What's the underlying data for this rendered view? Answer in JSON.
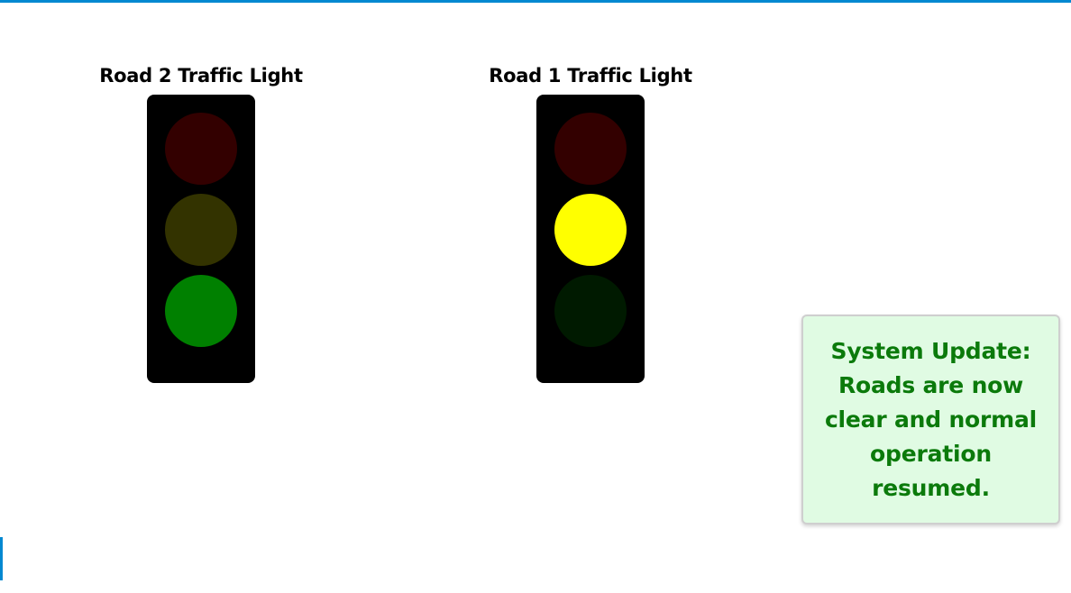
{
  "theme": {
    "accent": "#0288d1",
    "notice_text_color": "#0b7a0b",
    "notice_background": "#e0fbe3"
  },
  "traffic_lights": [
    {
      "title": "Road 2 Traffic Light",
      "active": "green",
      "lamps": {
        "red": "#330000",
        "yellow": "#333300",
        "green": "#008000"
      }
    },
    {
      "title": "Road 1 Traffic Light",
      "active": "yellow",
      "lamps": {
        "red": "#330000",
        "yellow": "#ffff00",
        "green": "#001a00"
      }
    }
  ],
  "notice": {
    "text": "System Update: Roads are now clear and normal operation resumed."
  }
}
